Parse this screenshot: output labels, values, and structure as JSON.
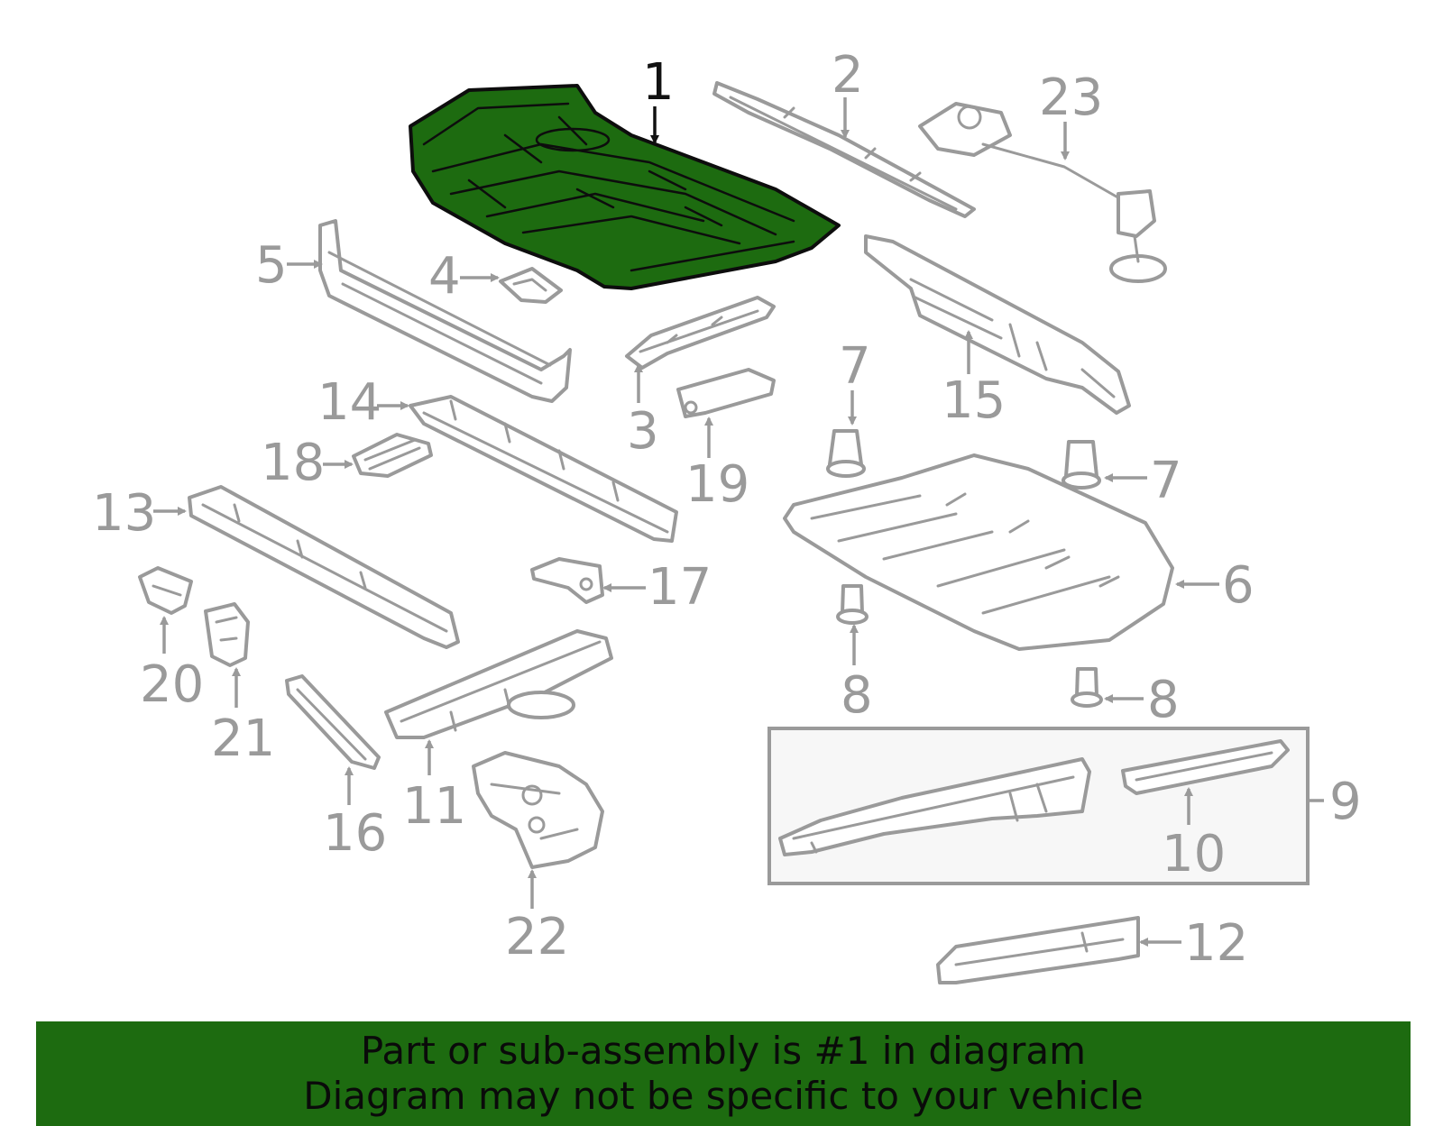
{
  "callouts": {
    "c1": "1",
    "c2": "2",
    "c3": "3",
    "c4": "4",
    "c5": "5",
    "c6": "6",
    "c7a": "7",
    "c7b": "7",
    "c8a": "8",
    "c8b": "8",
    "c9": "9",
    "c10": "10",
    "c11": "11",
    "c12": "12",
    "c13": "13",
    "c14": "14",
    "c15": "15",
    "c16": "16",
    "c17": "17",
    "c18": "18",
    "c19": "19",
    "c20": "20",
    "c21": "21",
    "c22": "22",
    "c23": "23"
  },
  "banner": {
    "line1": "Part or sub-assembly is #1 in diagram",
    "line2": "Diagram may not be specific to your vehicle"
  },
  "colors": {
    "highlight": "#1d6b10",
    "part_outline": "#9a9a9a",
    "highlight_outline": "#0d0d0d"
  }
}
